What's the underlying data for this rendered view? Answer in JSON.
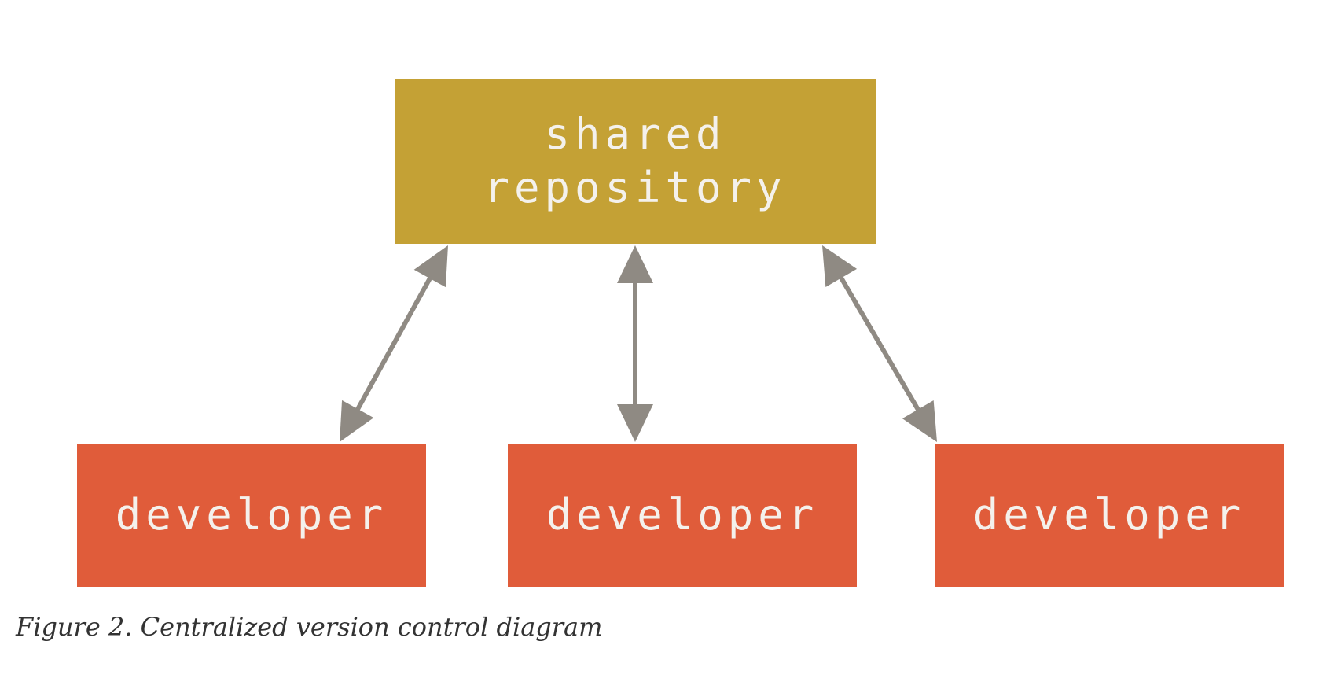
{
  "diagram": {
    "repository": {
      "line1": "shared",
      "line2": "repository",
      "color": "#C4A135"
    },
    "developers": [
      {
        "label": "developer",
        "color": "#E05C3A"
      },
      {
        "label": "developer",
        "color": "#E05C3A"
      },
      {
        "label": "developer",
        "color": "#E05C3A"
      }
    ],
    "arrow_color": "#8F8A83"
  },
  "caption": "Figure 2. Centralized version control diagram"
}
